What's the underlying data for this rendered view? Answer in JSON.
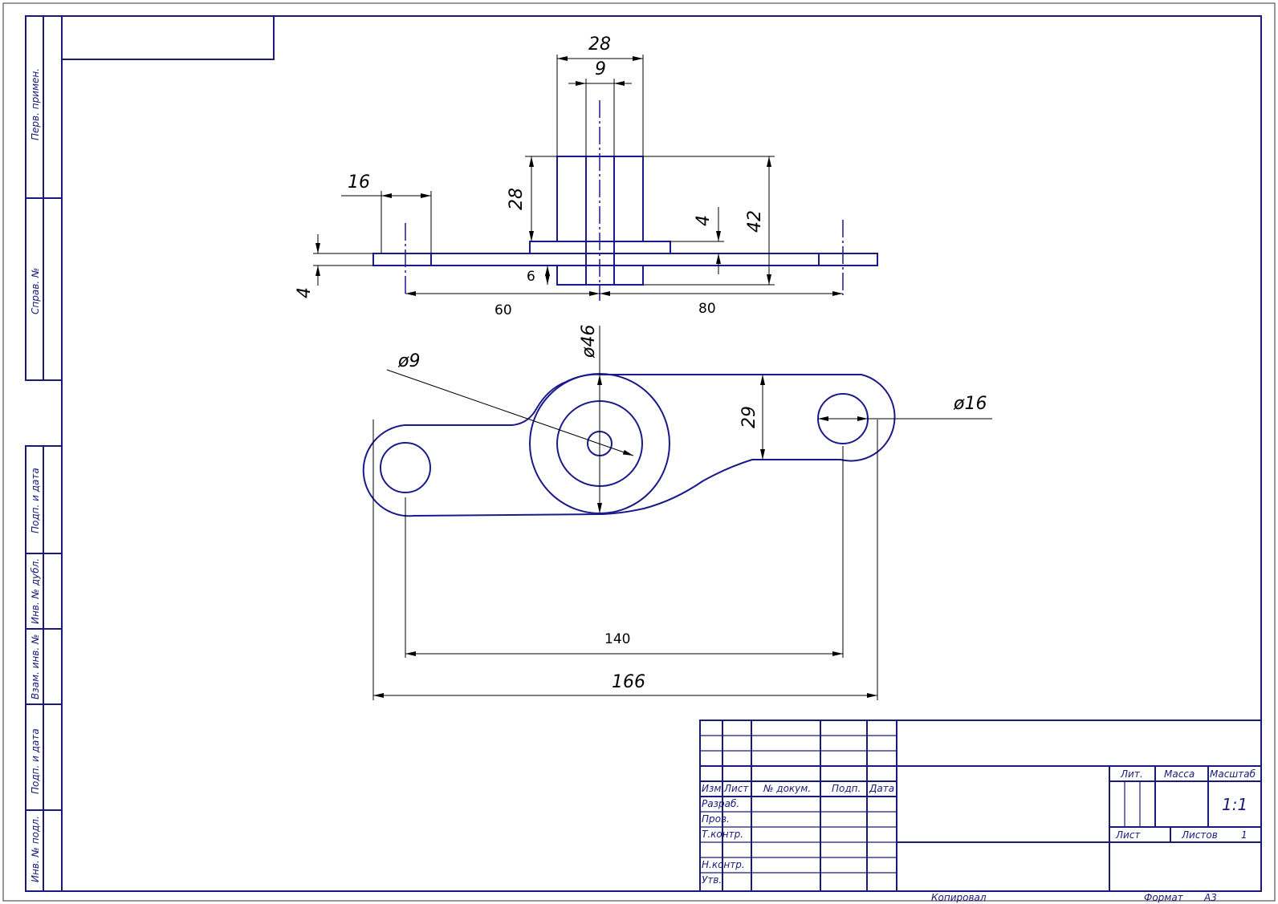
{
  "dimensions": {
    "top_width_28": "28",
    "bore_9": "9",
    "boss_height_28": "28",
    "total_height_42": "42",
    "flange_4_right": "4",
    "left_16": "16",
    "plate_4": "4",
    "gap_6": "6",
    "span_60": "60",
    "span_80": "80",
    "dia_46": "ø46",
    "dia_9": "ø9",
    "dia_16": "ø16",
    "height_29": "29",
    "span_140": "140",
    "span_166": "166"
  },
  "side_stamp": {
    "perv_primen": "Перв. примен.",
    "sprav_no": "Справ. №",
    "podp_data_1": "Подп. и дата",
    "inv_dubl": "Инв. № дубл.",
    "vzam_inv": "Взам. инв. №",
    "podp_data_2": "Подп. и дата",
    "inv_podl": "Инв. № подл."
  },
  "title_block": {
    "izm": "Изм.",
    "list": "Лист",
    "no_dokum": "№ докум.",
    "podp": "Подп.",
    "data": "Дата",
    "razrab": "Разраб.",
    "prov": "Пров.",
    "t_kontr": "Т.контр.",
    "n_kontr": "Н.контр.",
    "utv": "Утв.",
    "lit": "Лит.",
    "massa": "Масса",
    "masshtab": "Масштаб",
    "scale": "1:1",
    "list_cell": "Лист",
    "listov": "Листов",
    "listov_value": "1"
  },
  "footer": {
    "kopiroval": "Копировал",
    "format_label": "Формат",
    "format_value": "А3"
  }
}
